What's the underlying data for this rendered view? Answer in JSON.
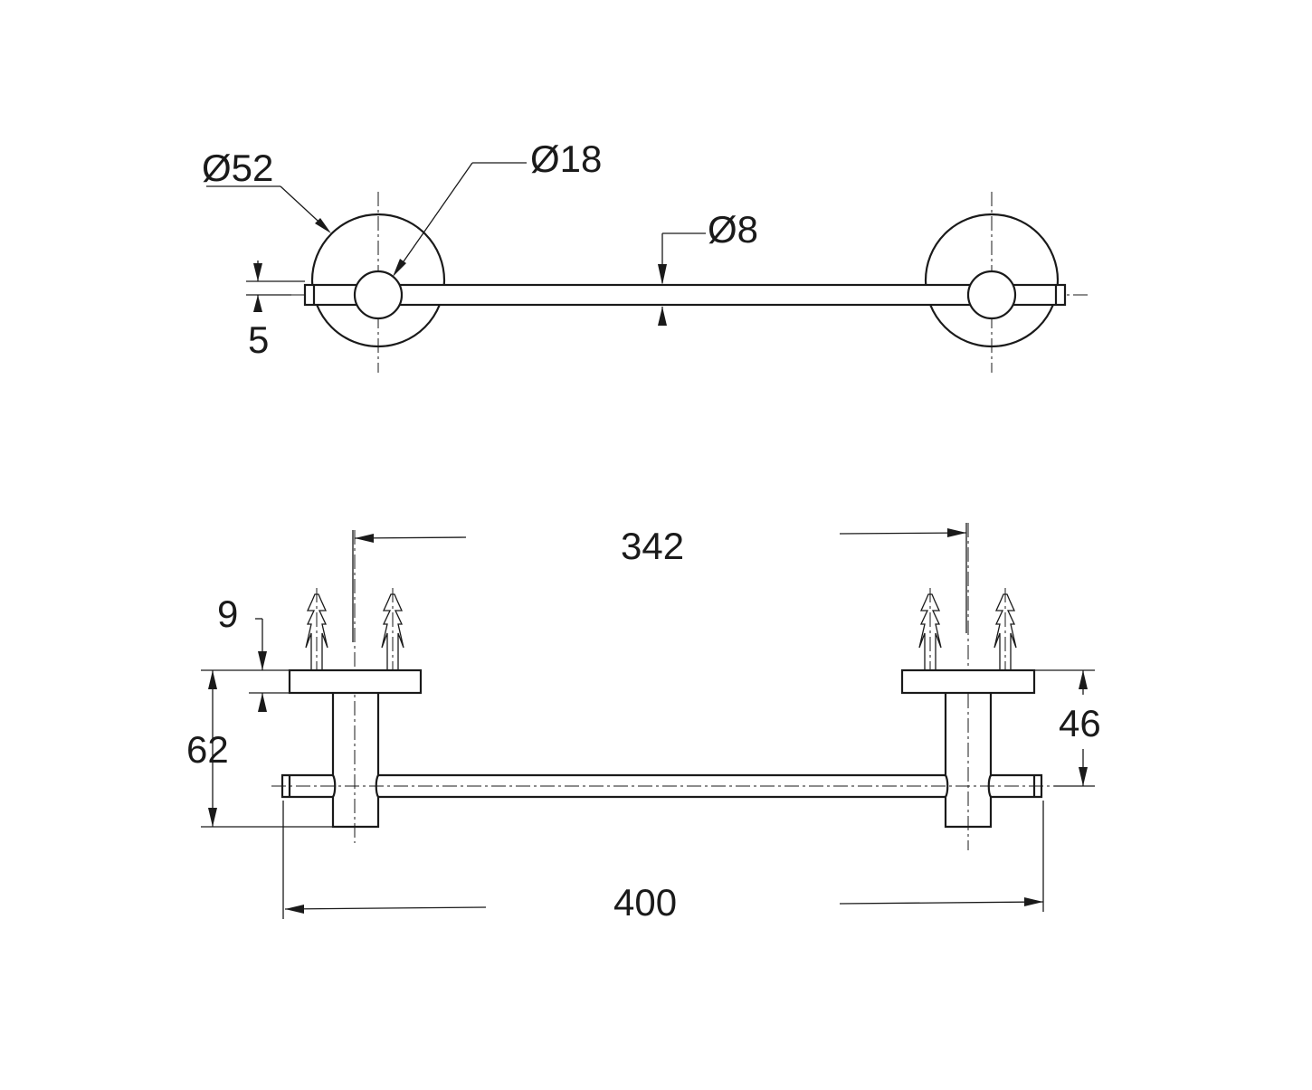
{
  "top_view": {
    "dims": {
      "rosette_diameter": "Ø52",
      "tube_diameter": "Ø18",
      "bar_diameter": "Ø8",
      "offset": "5"
    }
  },
  "side_view": {
    "dims": {
      "center_distance": "342",
      "rosette_thickness": "9",
      "total_depth": "62",
      "bar_axis_depth": "46",
      "overall_length": "400"
    }
  }
}
